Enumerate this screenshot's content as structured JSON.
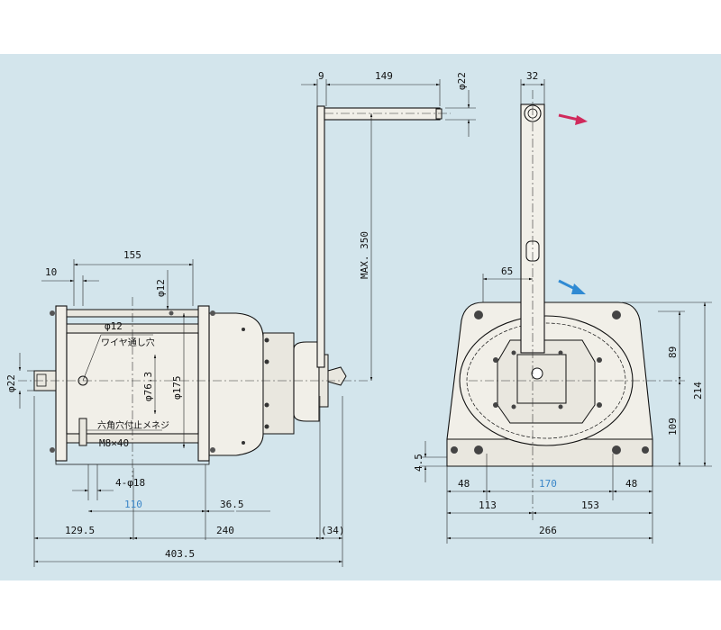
{
  "colors": {
    "sheet": "#d3e5ec",
    "blue_dim": "#3a86c8",
    "arrow_red": "#d02a5c",
    "arrow_blue": "#2f8ad3"
  },
  "side_view": {
    "dim_9": "9",
    "dim_149": "149",
    "dim_phi22_handle": "φ22",
    "dim_max350": "MAX. 350",
    "dim_155": "155",
    "dim_10": "10",
    "dim_phi12_top": "φ12",
    "dim_phi12_hole": "φ12",
    "note_wire_hole": "ワイヤ通し穴",
    "dim_phi76_3": "φ76.3",
    "dim_phi175": "φ175",
    "dim_phi22_shaft": "φ22",
    "note_bolt": "六角穴付止メネジ",
    "note_bolt_size": "M8×40",
    "dim_4phi18": "4-φ18",
    "dim_110": "110",
    "dim_36_5": "36.5",
    "dim_129_5": "129.5",
    "dim_240": "240",
    "dim_34": "(34)",
    "dim_403_5": "403.5"
  },
  "front_view": {
    "dim_32": "32",
    "dim_65": "65",
    "dim_89": "89",
    "dim_214": "214",
    "dim_109": "109",
    "dim_4_5": "4.5",
    "dim_48_left": "48",
    "dim_170": "170",
    "dim_48_right": "48",
    "dim_113": "113",
    "dim_153": "153",
    "dim_266": "266"
  }
}
